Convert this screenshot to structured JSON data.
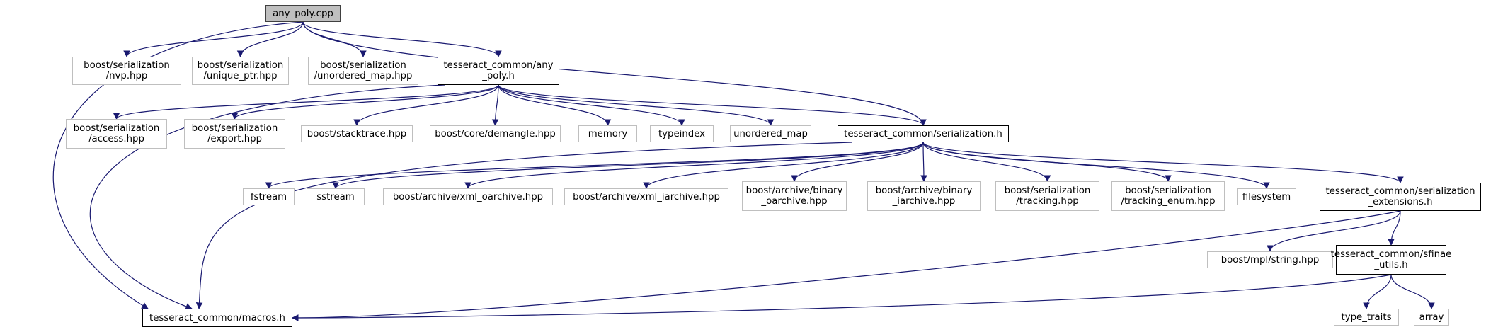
{
  "colors": {
    "edge": "#191970",
    "root_fill": "#bfbfbf",
    "root_border": "#404040",
    "internal_border": "#000000",
    "external_border": "#bfbfbf"
  },
  "nodes": [
    {
      "id": "n0",
      "lines": [
        "any_poly.cpp"
      ],
      "kind": "root"
    },
    {
      "id": "n1",
      "lines": [
        "boost/serialization",
        "/nvp.hpp"
      ],
      "kind": "ext"
    },
    {
      "id": "n2",
      "lines": [
        "boost/serialization",
        "/unique_ptr.hpp"
      ],
      "kind": "ext"
    },
    {
      "id": "n3",
      "lines": [
        "boost/serialization",
        "/unordered_map.hpp"
      ],
      "kind": "ext"
    },
    {
      "id": "n4",
      "lines": [
        "tesseract_common/any",
        "_poly.h"
      ],
      "kind": "int"
    },
    {
      "id": "n5",
      "lines": [
        "tesseract_common/serialization.h"
      ],
      "kind": "int"
    },
    {
      "id": "n6",
      "lines": [
        "tesseract_common/macros.h"
      ],
      "kind": "int"
    },
    {
      "id": "n7",
      "lines": [
        "boost/serialization",
        "/access.hpp"
      ],
      "kind": "ext"
    },
    {
      "id": "n8",
      "lines": [
        "boost/serialization",
        "/export.hpp"
      ],
      "kind": "ext"
    },
    {
      "id": "n9",
      "lines": [
        "boost/stacktrace.hpp"
      ],
      "kind": "ext"
    },
    {
      "id": "n10",
      "lines": [
        "boost/core/demangle.hpp"
      ],
      "kind": "ext"
    },
    {
      "id": "n11",
      "lines": [
        "memory"
      ],
      "kind": "ext"
    },
    {
      "id": "n12",
      "lines": [
        "typeindex"
      ],
      "kind": "ext"
    },
    {
      "id": "n13",
      "lines": [
        "unordered_map"
      ],
      "kind": "ext"
    },
    {
      "id": "n14",
      "lines": [
        "fstream"
      ],
      "kind": "ext"
    },
    {
      "id": "n15",
      "lines": [
        "sstream"
      ],
      "kind": "ext"
    },
    {
      "id": "n16",
      "lines": [
        "boost/archive/xml_oarchive.hpp"
      ],
      "kind": "ext"
    },
    {
      "id": "n17",
      "lines": [
        "boost/archive/xml_iarchive.hpp"
      ],
      "kind": "ext"
    },
    {
      "id": "n18",
      "lines": [
        "boost/archive/binary",
        "_oarchive.hpp"
      ],
      "kind": "ext"
    },
    {
      "id": "n19",
      "lines": [
        "boost/archive/binary",
        "_iarchive.hpp"
      ],
      "kind": "ext"
    },
    {
      "id": "n20",
      "lines": [
        "boost/serialization",
        "/tracking.hpp"
      ],
      "kind": "ext"
    },
    {
      "id": "n21",
      "lines": [
        "boost/serialization",
        "/tracking_enum.hpp"
      ],
      "kind": "ext"
    },
    {
      "id": "n22",
      "lines": [
        "filesystem"
      ],
      "kind": "ext"
    },
    {
      "id": "n23",
      "lines": [
        "tesseract_common/serialization",
        "_extensions.h"
      ],
      "kind": "int"
    },
    {
      "id": "n24",
      "lines": [
        "boost/mpl/string.hpp"
      ],
      "kind": "ext"
    },
    {
      "id": "n25",
      "lines": [
        "tesseract_common/sfinae",
        "_utils.h"
      ],
      "kind": "int"
    },
    {
      "id": "n26",
      "lines": [
        "type_traits"
      ],
      "kind": "ext"
    },
    {
      "id": "n27",
      "lines": [
        "array"
      ],
      "kind": "ext"
    }
  ],
  "edges": [
    [
      "n0",
      "n1"
    ],
    [
      "n0",
      "n2"
    ],
    [
      "n0",
      "n3"
    ],
    [
      "n0",
      "n4"
    ],
    [
      "n0",
      "n5"
    ],
    [
      "n0",
      "n6"
    ],
    [
      "n4",
      "n7"
    ],
    [
      "n4",
      "n8"
    ],
    [
      "n4",
      "n9"
    ],
    [
      "n4",
      "n10"
    ],
    [
      "n4",
      "n11"
    ],
    [
      "n4",
      "n12"
    ],
    [
      "n4",
      "n13"
    ],
    [
      "n4",
      "n5"
    ],
    [
      "n4",
      "n6"
    ],
    [
      "n5",
      "n6"
    ],
    [
      "n5",
      "n14"
    ],
    [
      "n5",
      "n15"
    ],
    [
      "n5",
      "n16"
    ],
    [
      "n5",
      "n17"
    ],
    [
      "n5",
      "n18"
    ],
    [
      "n5",
      "n19"
    ],
    [
      "n5",
      "n20"
    ],
    [
      "n5",
      "n21"
    ],
    [
      "n5",
      "n22"
    ],
    [
      "n5",
      "n23"
    ],
    [
      "n23",
      "n6"
    ],
    [
      "n23",
      "n24"
    ],
    [
      "n23",
      "n25"
    ],
    [
      "n25",
      "n6"
    ],
    [
      "n25",
      "n26"
    ],
    [
      "n25",
      "n27"
    ]
  ]
}
